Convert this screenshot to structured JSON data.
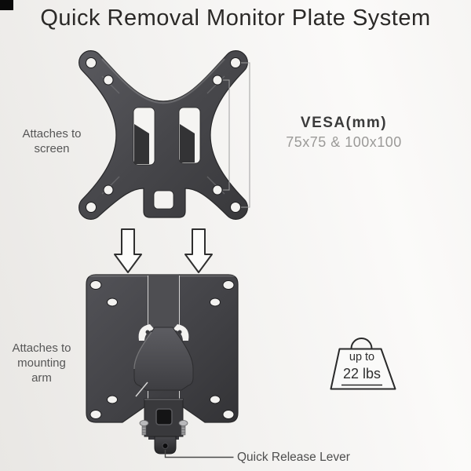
{
  "header": {
    "title": "Quick Removal Monitor Plate System"
  },
  "top_plate": {
    "side_label": [
      "Attaches to",
      "screen"
    ],
    "vesa_heading": "VESA(mm)",
    "vesa_sizes": "75x75 & 100x100"
  },
  "bottom_plate": {
    "side_label": [
      "Attaches to",
      "mounting",
      "arm"
    ],
    "lever_label": "Quick Release Lever"
  },
  "weight_capacity": {
    "line1": "up to",
    "line2": "22 lbs"
  },
  "icons": {
    "top_plate": "vesa-adapter-plate-icon",
    "bottom_plate": "mounting-plate-icon",
    "arrows": "down-arrow-icon",
    "weight": "weight-capacity-icon",
    "lever": "quick-release-lever-icon"
  },
  "colors": {
    "background": "#f3f2f0",
    "plate_dark": "#454548",
    "outline_dark": "#2a2a2a",
    "label_gray": "#565656",
    "text_dark": "#333333",
    "text_light": "#9b9a98",
    "measure_line": "#a0a0a0"
  }
}
